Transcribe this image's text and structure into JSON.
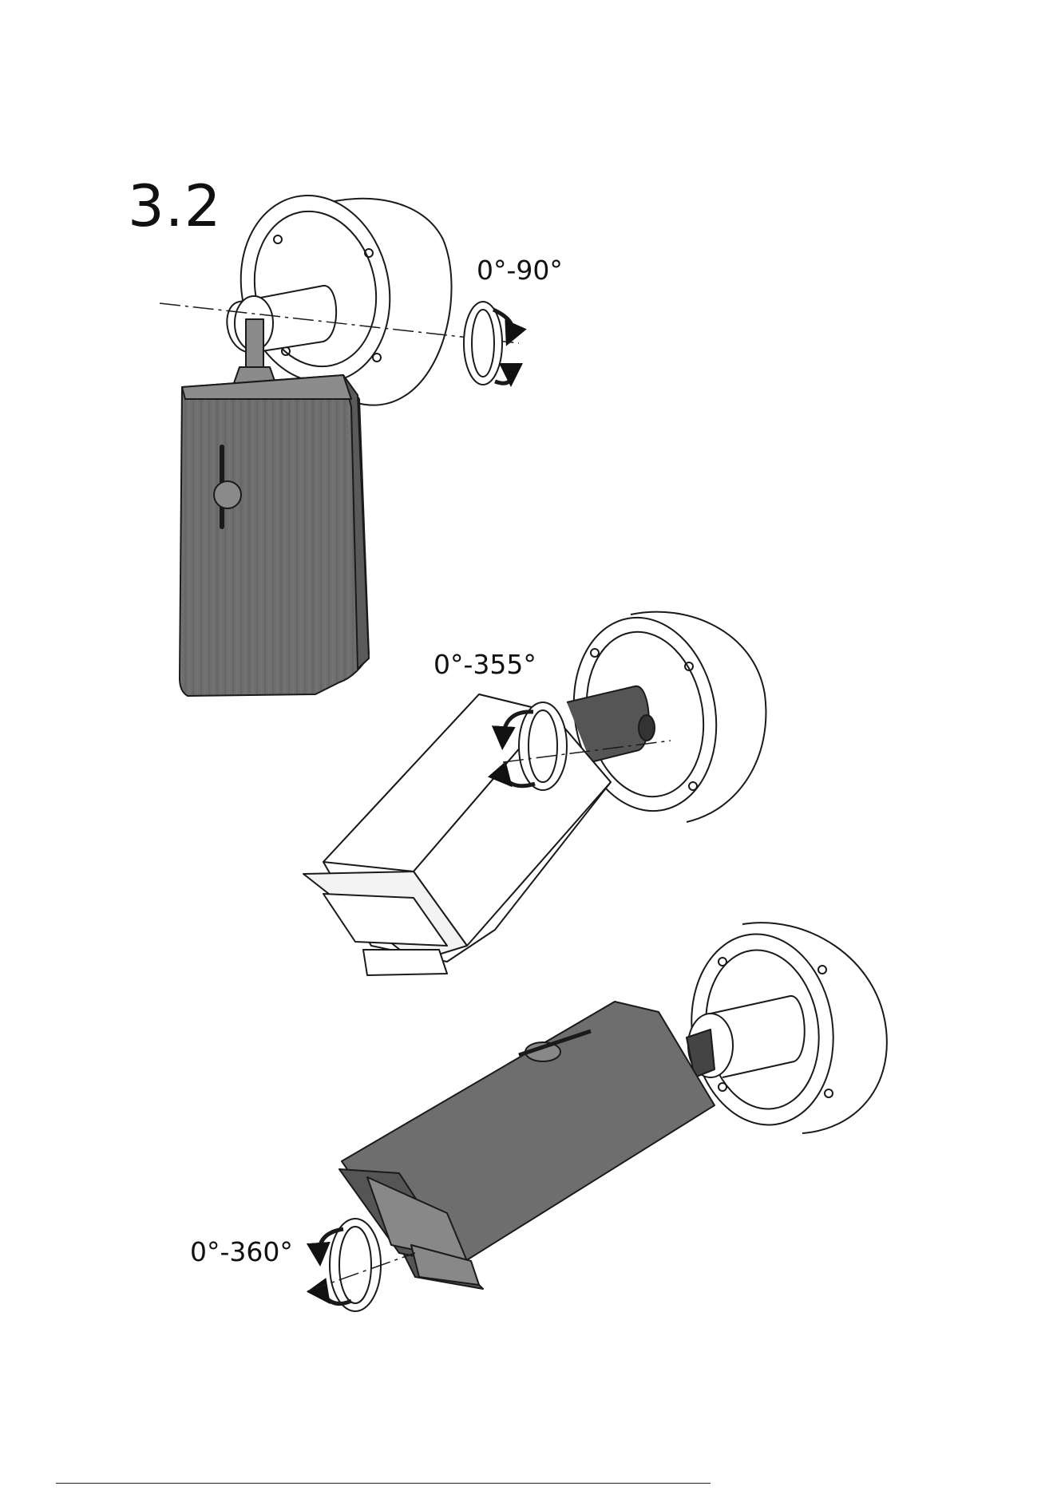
{
  "step_number": "3.2",
  "rotation_labels": {
    "pan": "0°-90°",
    "tilt": "0°-355°",
    "rotate": "0°-360°"
  },
  "colors": {
    "ink": "#1a1a1a",
    "body_dark": "#6e6e6e",
    "body_light": "#ffffff",
    "background": "#ffffff"
  },
  "icons": [
    "rotation-arrow-icon",
    "wall-mount-base-icon",
    "bullet-camera-icon"
  ]
}
